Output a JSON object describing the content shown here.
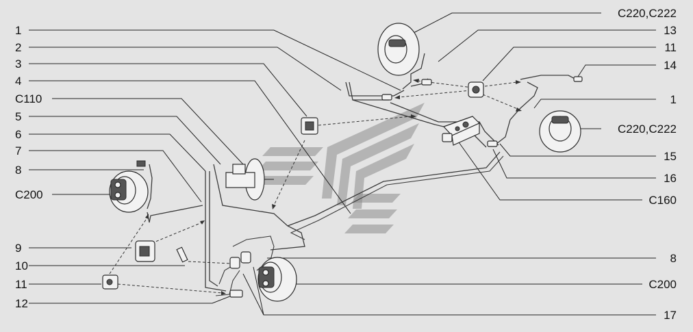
{
  "labels_left": [
    "1",
    "2",
    "3",
    "4",
    "C110",
    "5",
    "6",
    "7",
    "8",
    "C200",
    "9",
    "10",
    "11",
    "12"
  ],
  "labels_right": [
    "C220,C222",
    "13",
    "11",
    "14",
    "1",
    "C220,C222",
    "15",
    "16",
    "C160",
    "8",
    "C200",
    "17"
  ]
}
